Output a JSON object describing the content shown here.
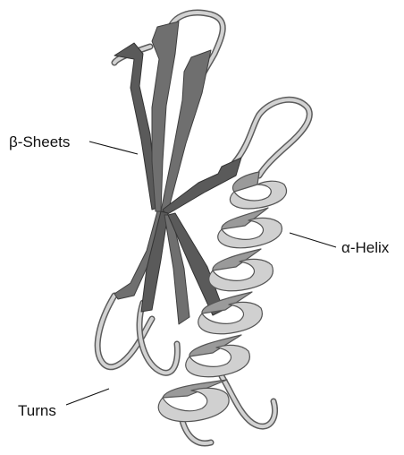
{
  "labels": {
    "beta_sheets": "β-Sheets",
    "alpha_helix": "α-Helix",
    "turns": "Turns"
  },
  "colors": {
    "sheet": "#6f6f6f",
    "helix": "#d0d0d0",
    "loop": "#d2d2d2",
    "background": "#ffffff"
  }
}
